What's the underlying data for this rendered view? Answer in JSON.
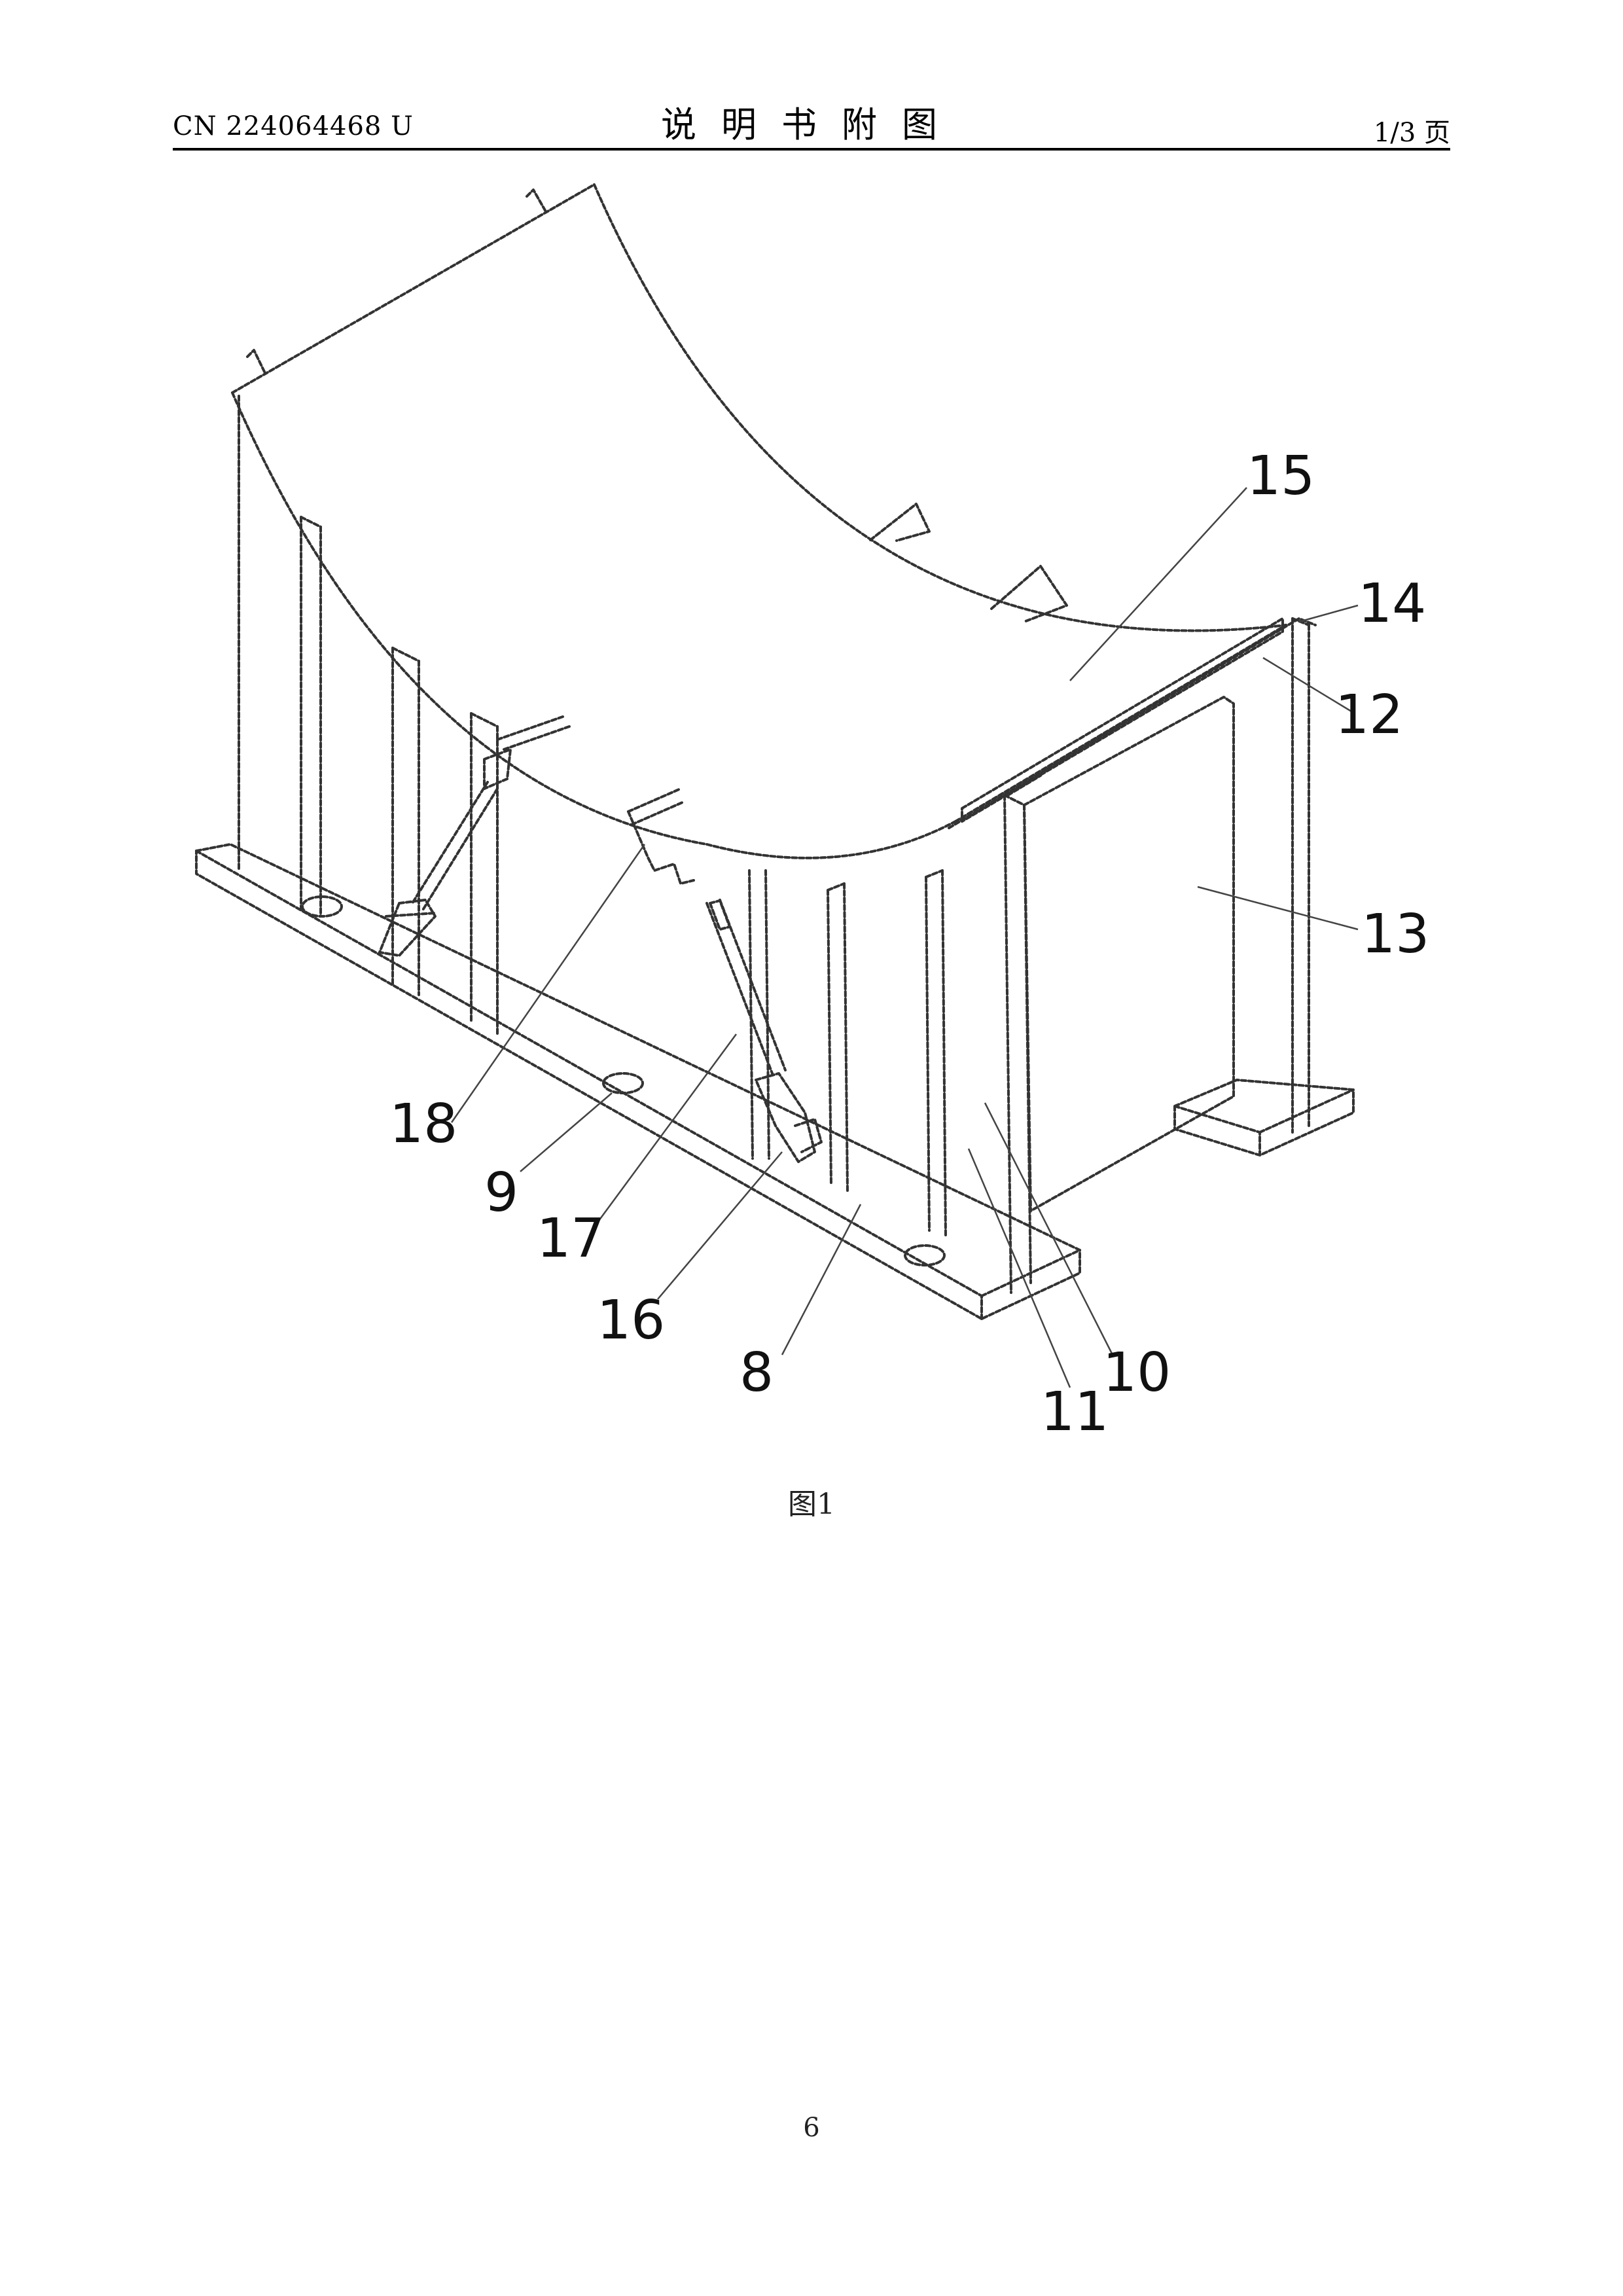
{
  "header": {
    "patent_number": "CN 224064468 U",
    "section_title": "说明书附图",
    "page_of_total": "1/3 页"
  },
  "figure": {
    "caption": "图1",
    "reference_numerals": [
      "15",
      "14",
      "12",
      "13",
      "18",
      "9",
      "17",
      "16",
      "8",
      "11",
      "10"
    ]
  },
  "footer": {
    "page_number": "6"
  }
}
